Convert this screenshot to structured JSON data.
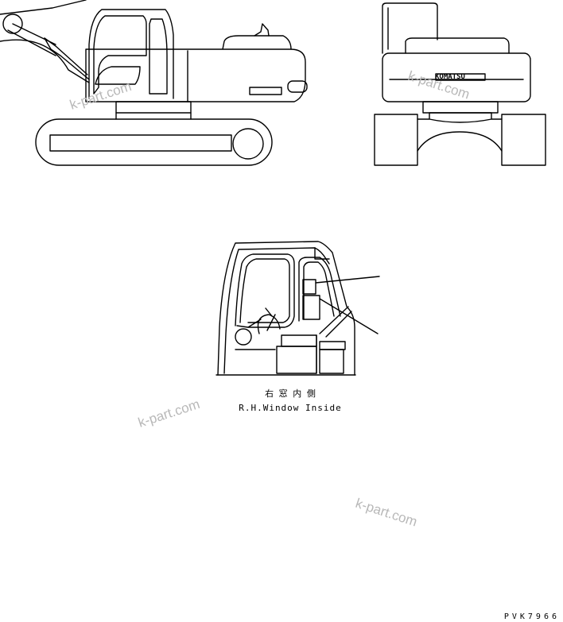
{
  "caption": {
    "japanese": "右 窓 内 側",
    "english": "R.H.Window Inside"
  },
  "brand_mark": "KOMATSU",
  "drawing_code": "PVK7966",
  "watermarks": [
    "k-part.com",
    "k-part.com",
    "k-part.com",
    "k-part.com"
  ],
  "colors": {
    "line": "#000000",
    "watermark": "#b8b8b8",
    "background": "#ffffff"
  }
}
